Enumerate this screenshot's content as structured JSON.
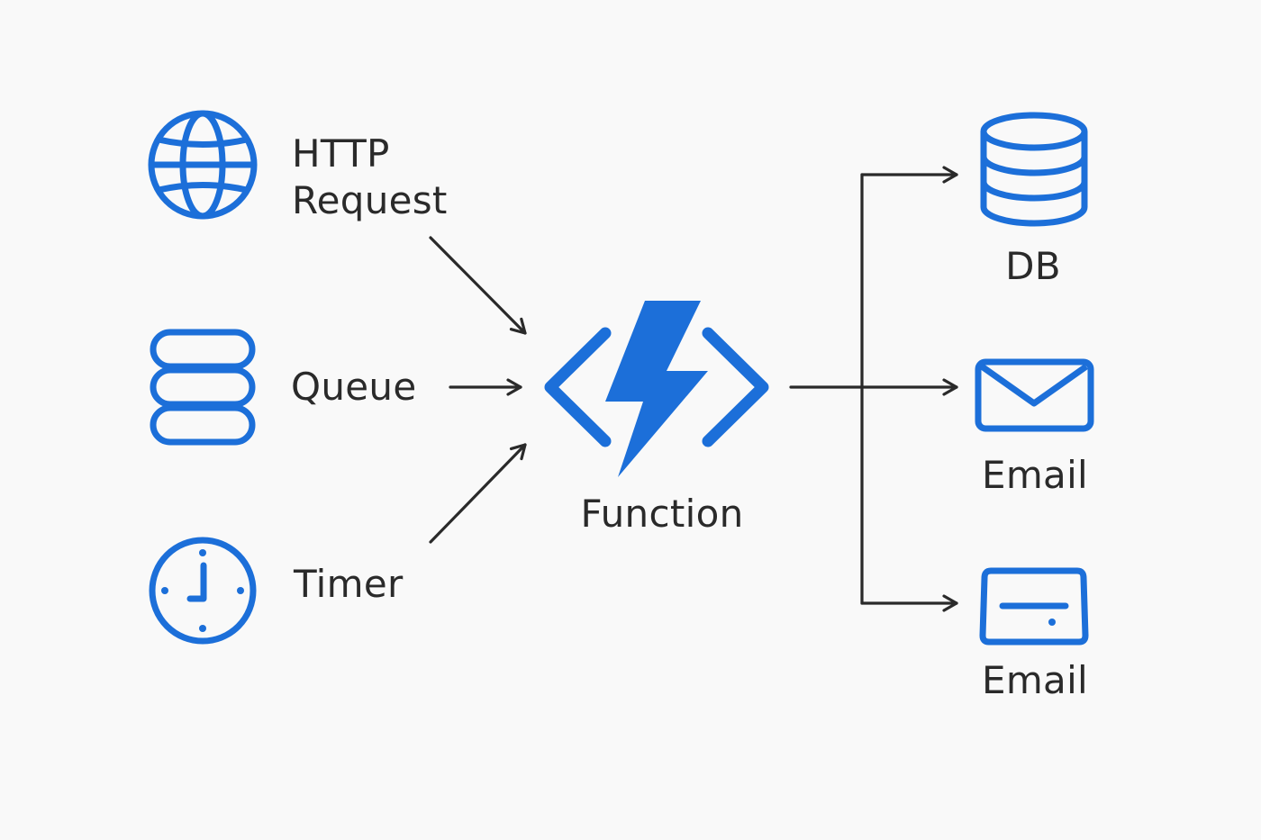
{
  "colors": {
    "accent": "#1c6fd9",
    "text": "#2a2a2a",
    "arrow": "#2a2a2a",
    "background": "#f9f9f9"
  },
  "inputs": [
    {
      "id": "http",
      "icon": "globe-icon",
      "lines": [
        "HTTP",
        "Request"
      ]
    },
    {
      "id": "queue",
      "icon": "queue-icon",
      "lines": [
        "Queue"
      ]
    },
    {
      "id": "timer",
      "icon": "clock-icon",
      "lines": [
        "Timer"
      ]
    }
  ],
  "function": {
    "icon": "azure-function-icon",
    "label": "Function"
  },
  "outputs": [
    {
      "id": "db",
      "icon": "database-icon",
      "label": "DB"
    },
    {
      "id": "email",
      "icon": "envelope-icon",
      "label": "Email"
    },
    {
      "id": "email-2",
      "icon": "mail-tray-icon",
      "label": "Email"
    }
  ]
}
